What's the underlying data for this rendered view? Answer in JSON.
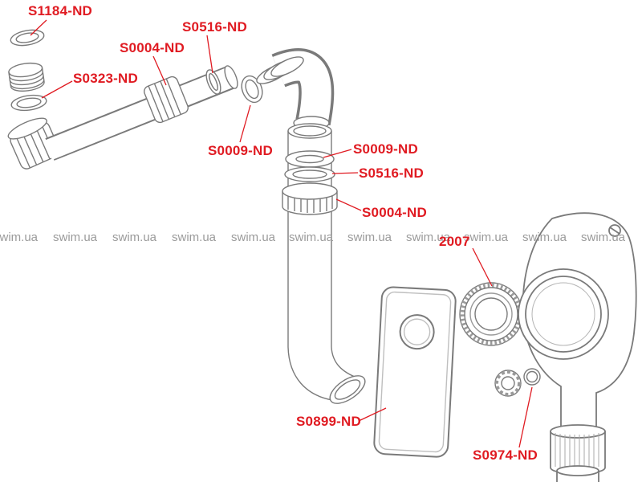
{
  "labels": {
    "s1184": {
      "text": "S1184-ND"
    },
    "s0004_left": {
      "text": "S0004-ND"
    },
    "s0516_left": {
      "text": "S0516-ND"
    },
    "s0323": {
      "text": "S0323-ND"
    },
    "s0009_left": {
      "text": "S0009-ND"
    },
    "s0009_right": {
      "text": "S0009-ND"
    },
    "s0516_right": {
      "text": "S0516-ND"
    },
    "s0004_right": {
      "text": "S0004-ND"
    },
    "part_2007": {
      "text": "2007"
    },
    "s0899": {
      "text": "S0899-ND"
    },
    "s0974": {
      "text": "S0974-ND"
    }
  },
  "watermark": {
    "text": "swim.ua"
  },
  "colors": {
    "label": "#e01b22",
    "watermark": "#9b9b9b",
    "line": "#7a7a7a"
  }
}
